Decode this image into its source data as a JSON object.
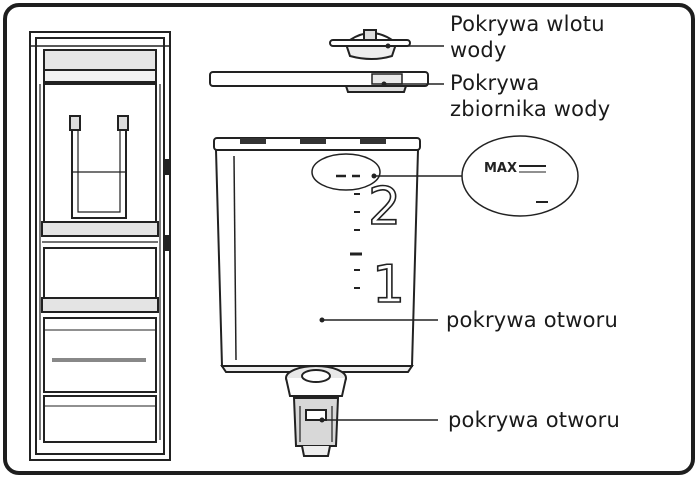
{
  "labels": {
    "inlet_cover_line1": "Pokrywa wlotu",
    "inlet_cover_line2": "wody",
    "tank_cover_line1": "Pokrywa",
    "tank_cover_line2": "zbiornika wody",
    "hole_cover_upper": "pokrywa otworu",
    "hole_cover_lower": "pokrywa otworu"
  },
  "scale": {
    "max_text": "MAX",
    "mark_2": "2",
    "mark_1": "1"
  },
  "colors": {
    "stroke": "#222222",
    "frame": "#1e1e1e",
    "shade": "#d9d9d9",
    "light_shade": "#eeeeee",
    "text": "#1a1a1a"
  }
}
